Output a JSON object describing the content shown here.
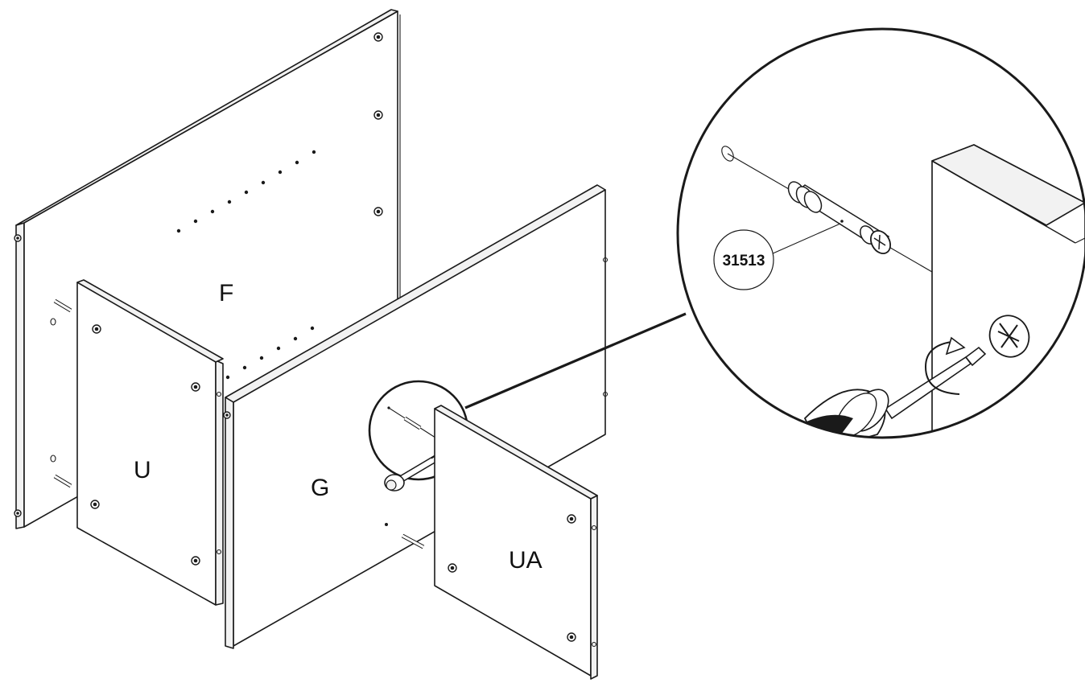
{
  "panels": {
    "f": {
      "label": "F"
    },
    "u": {
      "label": "U"
    },
    "g": {
      "label": "G"
    },
    "ua": {
      "label": "UA"
    }
  },
  "detail": {
    "part_number": "31513"
  },
  "colors": {
    "line": "#1a1a1a",
    "face": "#ffffff",
    "edge": "#f2f2f2"
  }
}
